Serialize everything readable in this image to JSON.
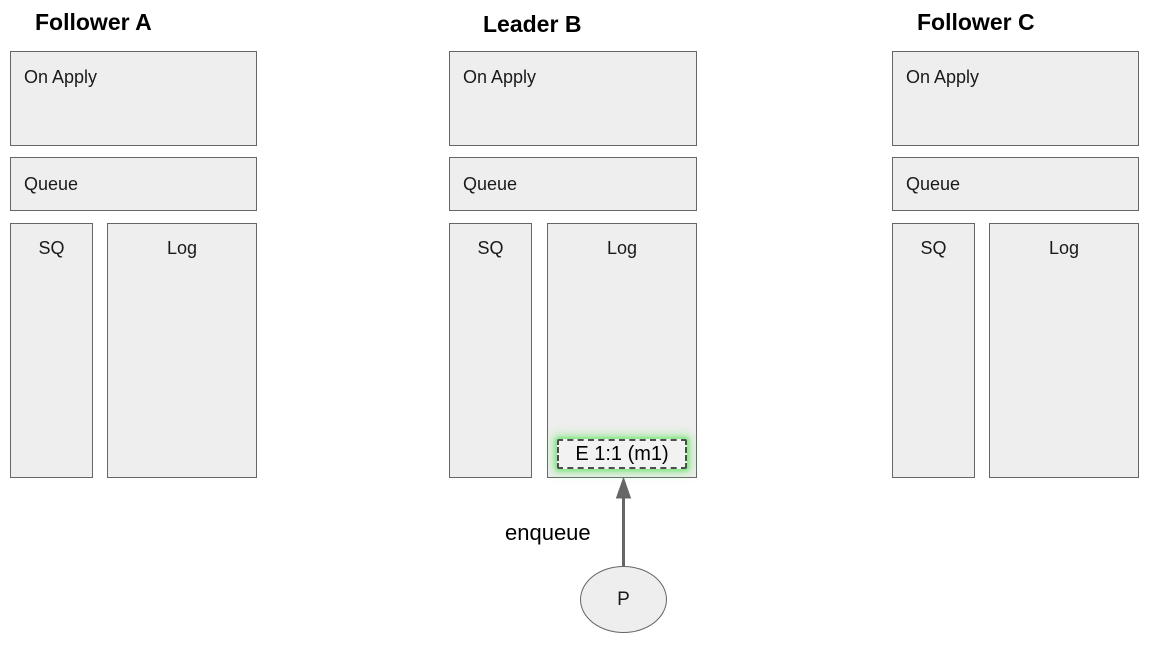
{
  "diagram": {
    "nodes": [
      {
        "title": "Follower A",
        "on_apply": "On Apply",
        "queue": "Queue",
        "sq": "SQ",
        "log": "Log"
      },
      {
        "title": "Leader B",
        "on_apply": "On Apply",
        "queue": "Queue",
        "sq": "SQ",
        "log": "Log",
        "log_entry": "E 1:1 (m1)"
      },
      {
        "title": "Follower C",
        "on_apply": "On Apply",
        "queue": "Queue",
        "sq": "SQ",
        "log": "Log"
      }
    ],
    "edge": {
      "label": "enqueue"
    },
    "producer": {
      "label": "P"
    },
    "colors": {
      "box_fill": "#eeeeee",
      "box_border": "#666666",
      "entry_fill": "#f2f2f2",
      "entry_border": "#4d4d4d",
      "entry_glow": "#86e786",
      "arrow": "#666666",
      "text": "#1a1a1a",
      "title": "#000000"
    }
  }
}
